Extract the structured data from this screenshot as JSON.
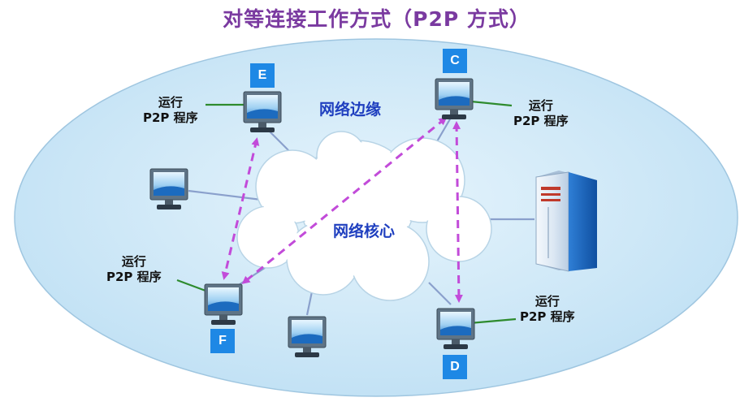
{
  "title": "对等连接工作方式（P2P 方式）",
  "labels": {
    "edge": "网络边缘",
    "core": "网络核心"
  },
  "hosts": {
    "E": {
      "tag": "E",
      "line1": "运行",
      "line2": "P2P 程序"
    },
    "C": {
      "tag": "C",
      "line1": "运行",
      "line2": "P2P 程序"
    },
    "F": {
      "tag": "F",
      "line1": "运行",
      "line2": "P2P 程序"
    },
    "D": {
      "tag": "D",
      "line1": "运行",
      "line2": "P2P 程序"
    }
  },
  "colors": {
    "ellipse_fill": "#c9e6f6",
    "cloud_fill": "#ffffff",
    "link_line": "#8aa0cc",
    "p2p_arrow": "#c24bd9",
    "label_connector": "#2e8b2e",
    "tag_fill": "#1e88e5"
  },
  "icons": [
    "desktop-computer-icon",
    "server-tower-icon",
    "cloud-icon"
  ]
}
